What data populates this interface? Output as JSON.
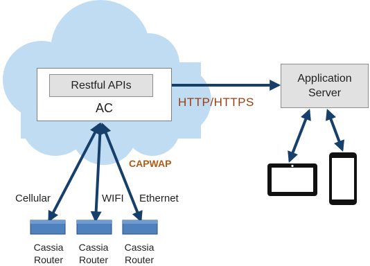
{
  "diagram": {
    "api_label": "Restful APIs",
    "ac_label": "AC",
    "app_server_label": "Application\nServer",
    "http_label": "HTTP/HTTPS",
    "capwap_label": "CAPWAP",
    "links": {
      "cellular": "Cellular",
      "wifi": "WIFI",
      "ethernet": "Ethernet"
    },
    "routers": [
      {
        "label": "Cassia\nRouter"
      },
      {
        "label": "Cassia\nRouter"
      },
      {
        "label": "Cassia\nRouter"
      }
    ],
    "colors": {
      "cloud": "#bfdcf3",
      "arrow": "#173f6b",
      "router": "#4f81bd",
      "http_text": "#9c3d11",
      "capwap_text": "#b05a13"
    }
  }
}
